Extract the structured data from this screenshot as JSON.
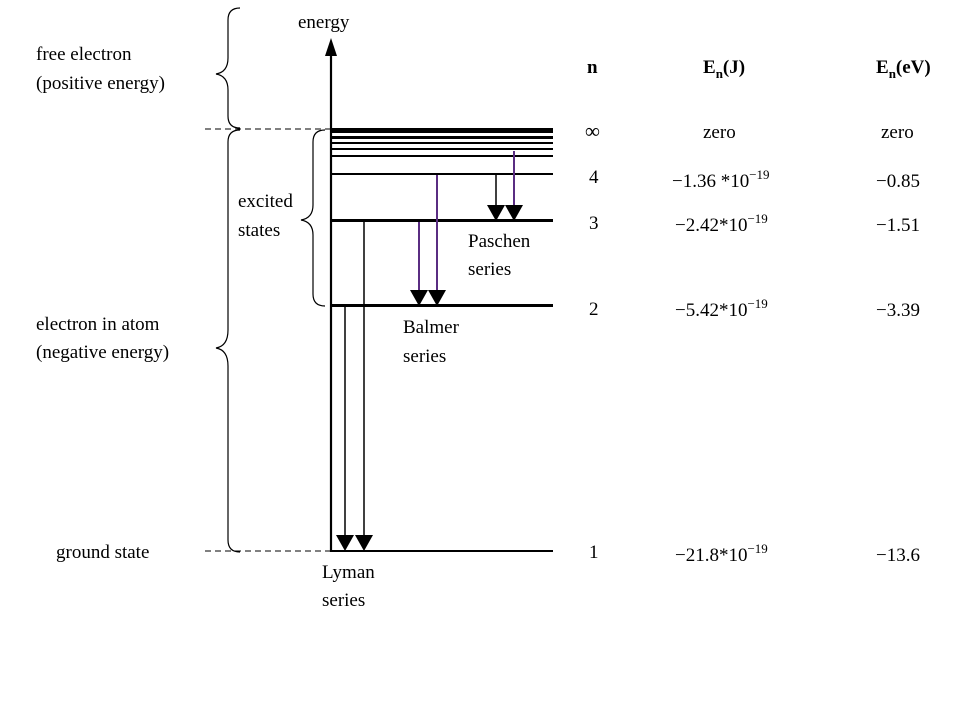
{
  "energy_axis_label": "energy",
  "regions": {
    "free_electron": [
      "free electron",
      "(positive energy)"
    ],
    "excited_states": [
      "excited",
      "states"
    ],
    "electron_in_atom": [
      "electron in atom",
      "(negative energy)"
    ],
    "ground_state": "ground state"
  },
  "series_labels": {
    "paschen": [
      "Paschen",
      "series"
    ],
    "balmer": [
      "Balmer",
      "series"
    ],
    "lyman": [
      "Lyman",
      "series"
    ]
  },
  "table": {
    "headers": {
      "n": "n",
      "ej_main": "E",
      "ej_sub": "n",
      "ej_unit": "(J)",
      "eev_main": "E",
      "eev_sub": "n",
      "eev_unit": "(eV)"
    },
    "rows": [
      {
        "n": "∞",
        "ej": "zero",
        "ej_mant": "",
        "ej_exp": "",
        "eev": "zero"
      },
      {
        "n": "4",
        "ej": "",
        "ej_mant": "−1.36 *10",
        "ej_exp": "−19",
        "eev": "−0.85"
      },
      {
        "n": "3",
        "ej": "",
        "ej_mant": "−2.42*10",
        "ej_exp": "−19",
        "eev": "−1.51"
      },
      {
        "n": "2",
        "ej": "",
        "ej_mant": "−5.42*10",
        "ej_exp": "−19",
        "eev": "−3.39"
      },
      {
        "n": "1",
        "ej": "",
        "ej_mant": "−21.8*10",
        "ej_exp": "−19",
        "eev": "−13.6"
      }
    ]
  },
  "colors": {
    "line": "#000000",
    "transition": "#5a2d82"
  }
}
